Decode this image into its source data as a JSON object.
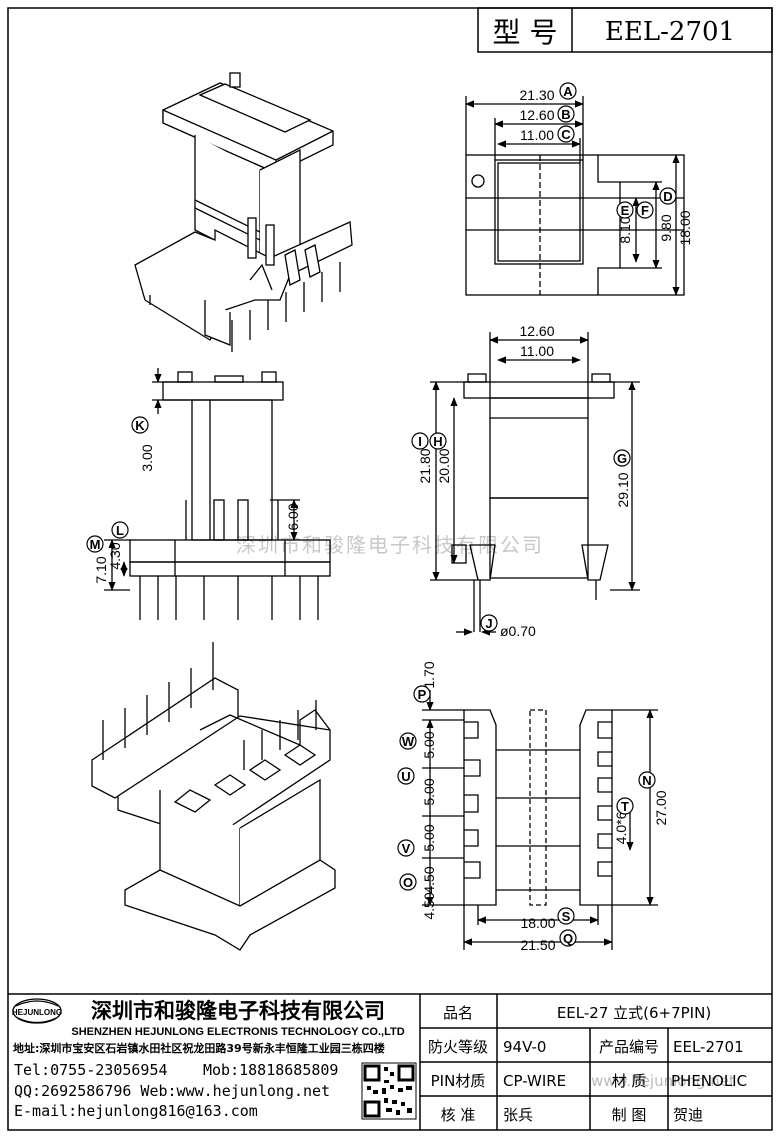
{
  "header": {
    "model_label": "型 号",
    "model_value": "EEL-2701"
  },
  "top_view": {
    "dims": [
      "21.30",
      "12.60",
      "11.00",
      "18.00",
      "9.80",
      "8.10"
    ],
    "labels": [
      "A",
      "B",
      "C",
      "D",
      "F",
      "E"
    ]
  },
  "side_view": {
    "dims": [
      "3.00",
      "6.00",
      "7.10",
      "4.30"
    ],
    "labels": [
      "K",
      "L",
      "M"
    ]
  },
  "front_view": {
    "dims": [
      "12.60",
      "11.00",
      "21.80",
      "20.00",
      "29.10",
      "ø0.70"
    ],
    "labels": [
      "I",
      "H",
      "G",
      "J"
    ]
  },
  "bottom_view": {
    "dims": [
      "1.70",
      "5.00",
      "5.00",
      "5.00",
      "4.50",
      "4.50",
      "27.00",
      "4.0*6",
      "18.00",
      "21.50"
    ],
    "labels": [
      "P",
      "W",
      "U",
      "V",
      "O",
      "N",
      "T",
      "S",
      "Q"
    ]
  },
  "watermark": "深圳市和骏隆电子科技有限公司",
  "company": {
    "logo_text": "HEJUNLONG",
    "name_cn": "深圳市和骏隆电子科技有限公司",
    "name_en": "SHENZHEN HEJUNLONG ELECTRONIS TECHNOLOGY CO.,LTD",
    "address": "地址:深圳市宝安区石岩镇水田社区祝龙田路39号新永丰恒隆工业园三栋四楼",
    "tel": "Tel:0755-23056954",
    "mob": "Mob:18818685809",
    "qq_web": "QQ:2692586796 Web:www.hejunlong.net",
    "email": "E-mail:hejunlong816@163.com"
  },
  "info_table": {
    "product_name_label": "品名",
    "product_name_value": "EEL-27 立式(6+7PIN)",
    "fire_rating_label": "防火等级",
    "fire_rating_value": "94V-0",
    "product_code_label": "产品编号",
    "product_code_value": "EEL-2701",
    "pin_material_label": "PIN材质",
    "pin_material_value": "CP-WIRE",
    "material_label": "材 质",
    "material_value": "PHENOLIC",
    "approve_label": "核 准",
    "approve_value": "张兵",
    "drawing_label": "制 图",
    "drawing_value": "贺迪",
    "watermark_url": "www.hejunlong.net"
  }
}
